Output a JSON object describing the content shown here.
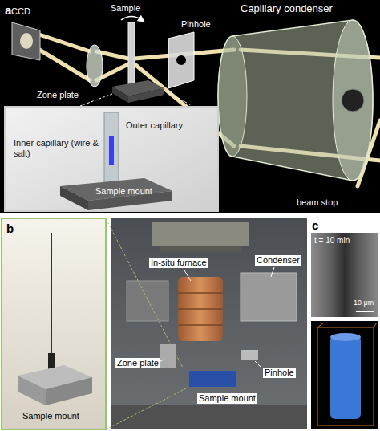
{
  "diagram": {
    "nodes": [
      {
        "text": [
          "Outer capillary",
          "Inner capillary (wire & salt)",
          "Sample mount"
        ]
      }
    ],
    "labels": [
      "a",
      "CCD",
      "Sample",
      "Pinhole",
      "Capillary condenser",
      "Zone plate",
      "beam stop",
      "b",
      "Sample mount",
      "In-situ furnace",
      "Condenser",
      "Zone plate",
      "Sample mount",
      "Pinhole",
      "c",
      "t = 10 min",
      "10 μm"
    ]
  }
}
